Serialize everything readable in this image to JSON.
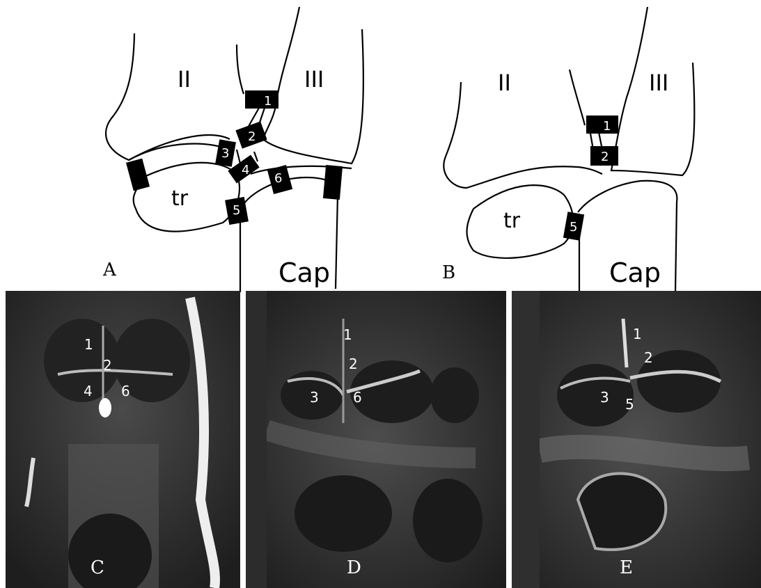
{
  "diagram_a": {
    "letter": "A",
    "bone_left": "II",
    "bone_right": "III",
    "trapezoid": "tr",
    "capitate": "Cap",
    "ligaments": [
      "1",
      "2",
      "3",
      "4",
      "5",
      "6"
    ]
  },
  "diagram_b": {
    "letter": "B",
    "bone_left": "II",
    "bone_right": "III",
    "trapezoid": "tr",
    "capitate": "Cap",
    "ligaments": [
      "1",
      "2",
      "5"
    ]
  },
  "mri_c": {
    "letter": "C",
    "labels": [
      "1",
      "2",
      "4",
      "6"
    ]
  },
  "mri_d": {
    "letter": "D",
    "labels": [
      "1",
      "2",
      "3",
      "6"
    ]
  },
  "mri_e": {
    "letter": "E",
    "labels": [
      "1",
      "2",
      "3",
      "5"
    ]
  }
}
